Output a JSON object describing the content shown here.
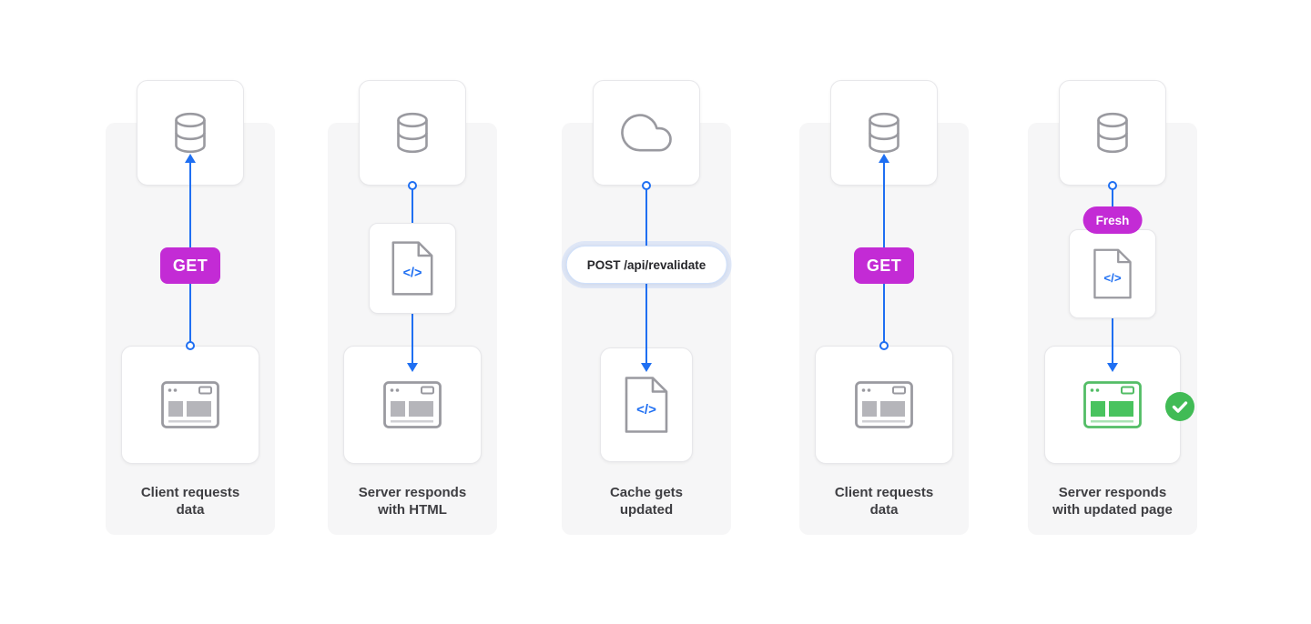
{
  "colors": {
    "arrow_blue": "#1f6ff2",
    "badge_magenta": "#c32bd5",
    "success_green": "#41bb55",
    "icon_gray": "#9a9aa0",
    "column_background": "#f6f6f7",
    "caption_text": "#3e3e42"
  },
  "icons": {
    "code_glyph": "</>"
  },
  "columns": [
    {
      "caption": "Client requests\ndata",
      "badge": "GET",
      "top_icon": "database-icon",
      "bottom_icon": "browser-icon"
    },
    {
      "caption": "Server responds\nwith HTML",
      "top_icon": "database-icon",
      "middle_icon": "code-file-icon",
      "bottom_icon": "browser-icon"
    },
    {
      "caption": "Cache gets\nupdated",
      "pill": "POST /api/revalidate",
      "top_icon": "cloud-icon",
      "bottom_icon": "code-file-icon"
    },
    {
      "caption": "Client requests\ndata",
      "badge": "GET",
      "top_icon": "database-icon",
      "bottom_icon": "browser-icon"
    },
    {
      "caption": "Server responds\nwith updated page",
      "badge": "Fresh",
      "top_icon": "database-icon",
      "middle_icon": "code-file-icon",
      "bottom_icon": "browser-success-icon",
      "status_icon": "check-icon"
    }
  ]
}
